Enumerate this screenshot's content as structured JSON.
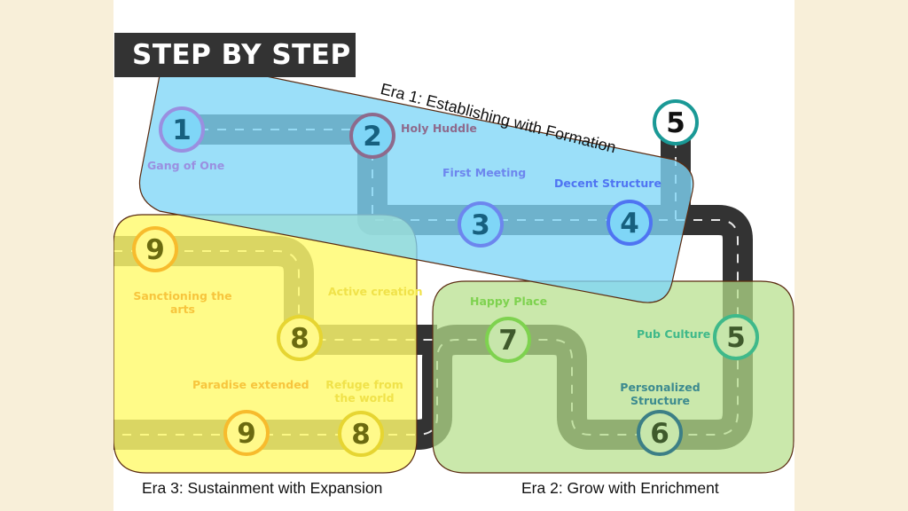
{
  "title": "STEP BY STEP",
  "colors": {
    "page_bg": "#f8efd9",
    "road": "#333333",
    "road_dash": "#e6e6e6",
    "era1_fill": "#7fd6f7",
    "era2_fill": "#b5df8a",
    "era3_fill": "#fffa6e"
  },
  "eras": [
    {
      "id": "era1",
      "caption": "Era 1: Establishing with Formation"
    },
    {
      "id": "era2",
      "caption": "Era 2: Grow with Enrichment"
    },
    {
      "id": "era3",
      "caption": "Era 3: Sustainment with Expansion"
    }
  ],
  "stops": [
    {
      "number": "1",
      "label": "Gang of One",
      "ring": "#9a8fe0",
      "label_color": "#9a8fe0"
    },
    {
      "number": "2",
      "label": "Holy Huddle",
      "ring": "#8e6a8c",
      "label_color": "#8e6a8c"
    },
    {
      "number": "3",
      "label": "First Meeting",
      "ring": "#6d86ee",
      "label_color": "#6d86ee"
    },
    {
      "number": "4",
      "label": "Decent Structure",
      "ring": "#4f74f2",
      "label_color": "#4f74f2"
    },
    {
      "number": "5",
      "label": "",
      "ring": "#1a9996",
      "label_color": "#1a9996"
    },
    {
      "number": "5",
      "label": "Pub Culture",
      "ring": "#3fb98a",
      "label_color": "#3fb98a"
    },
    {
      "number": "6",
      "label": "Personalized Structure",
      "ring": "#3c7f86",
      "label_color": "#3c8a8f"
    },
    {
      "number": "7",
      "label": "Happy Place",
      "ring": "#7ed24f",
      "label_color": "#7ed24f"
    },
    {
      "number": "8",
      "label": "Active creation",
      "ring": "#e6d532",
      "label_color": "#f0e24a"
    },
    {
      "number": "8",
      "label": "Refuge from the world",
      "ring": "#e6d532",
      "label_color": "#f0e24a"
    },
    {
      "number": "9",
      "label": "Sanctioning the arts",
      "ring": "#f7bb2d",
      "label_color": "#f7c53d"
    },
    {
      "number": "9",
      "label": "Paradise extended",
      "ring": "#f7bb2d",
      "label_color": "#f7c53d"
    }
  ]
}
